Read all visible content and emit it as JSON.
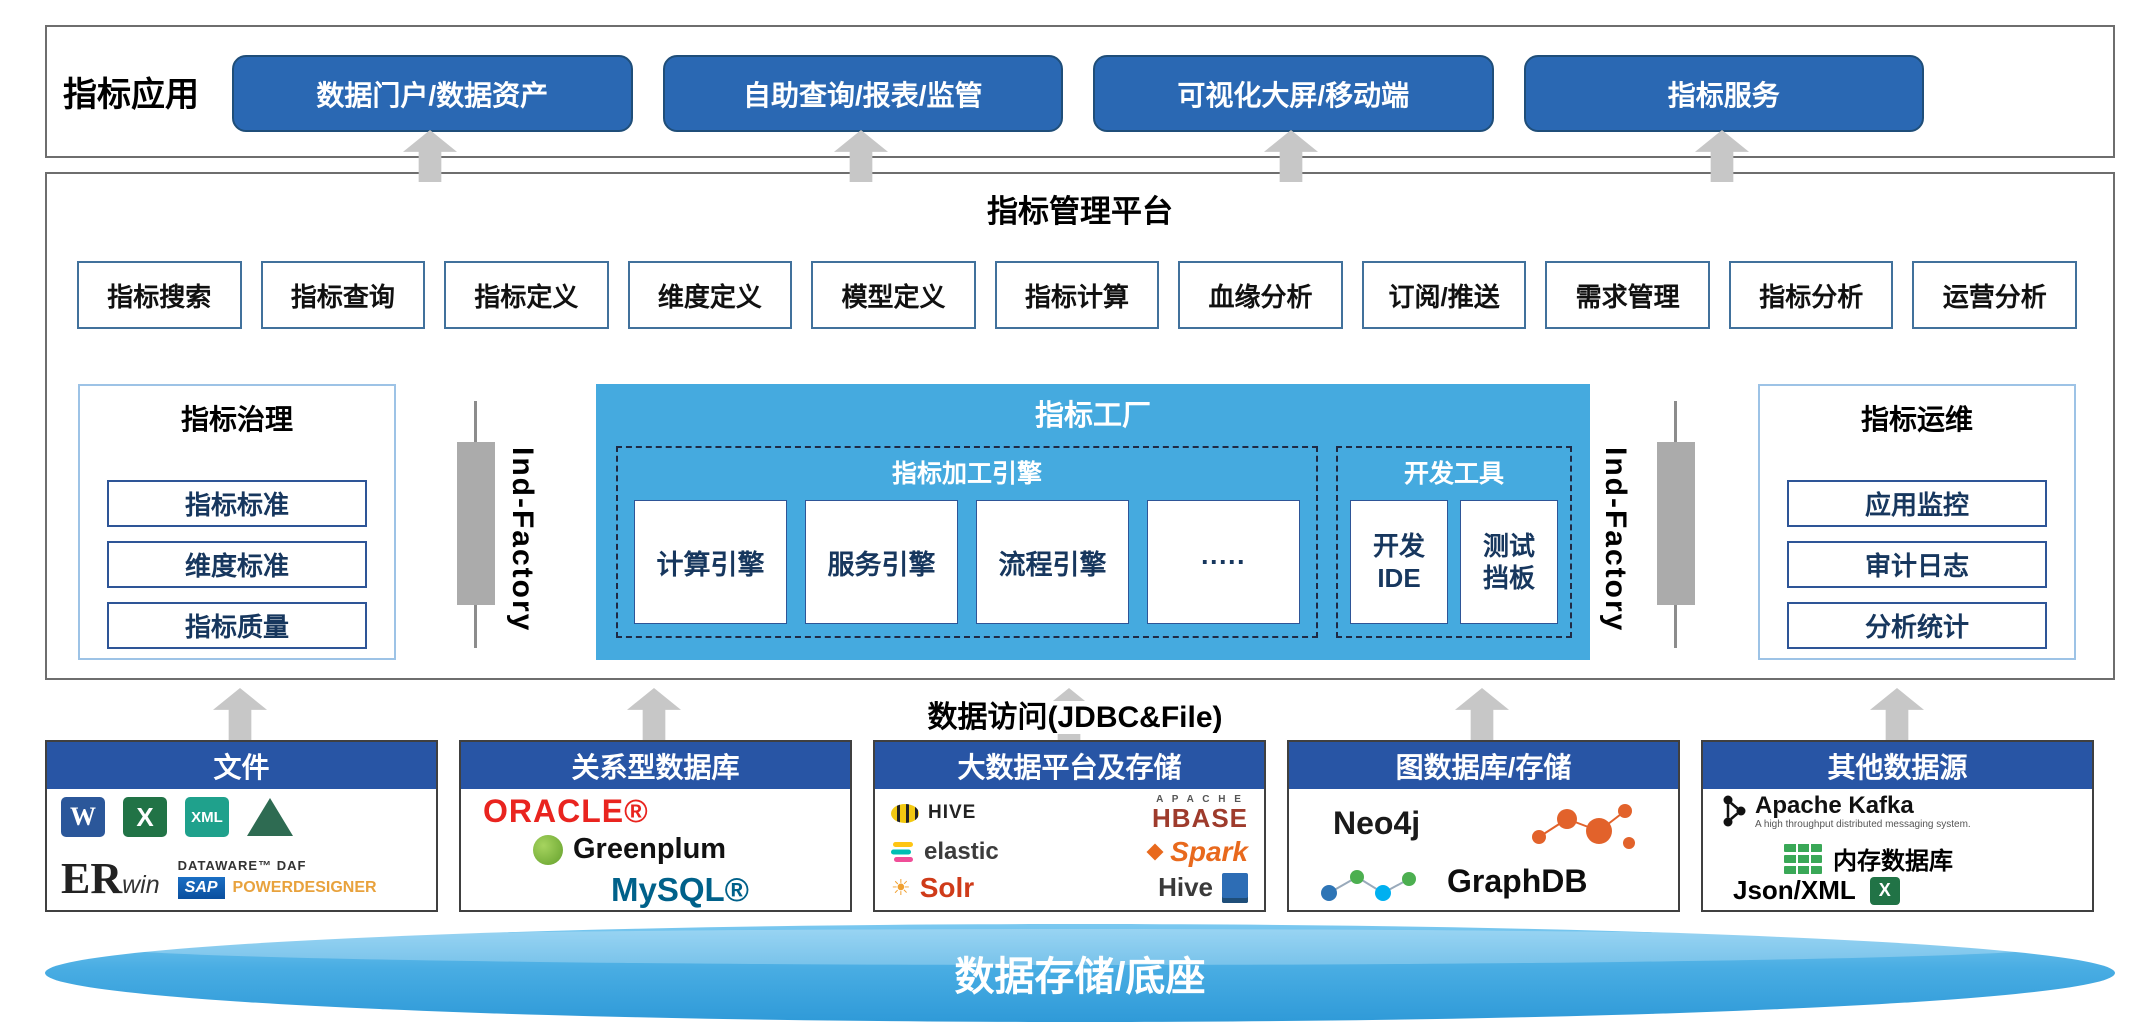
{
  "app": {
    "label": "指标应用",
    "buttons": [
      "数据门户/数据资产",
      "自助查询/报表/监管",
      "可视化大屏/移动端",
      "指标服务"
    ]
  },
  "platform": {
    "title": "指标管理平台",
    "modules": [
      "指标搜索",
      "指标查询",
      "指标定义",
      "维度定义",
      "模型定义",
      "指标计算",
      "血缘分析",
      "订阅/推送",
      "需求管理",
      "指标分析",
      "运营分析"
    ],
    "governance": {
      "title": "指标治理",
      "items": [
        "指标标准",
        "维度标准",
        "指标质量"
      ]
    },
    "ind_factory_left": "Ind-Factory",
    "ind_factory_right": "Ind-Factory",
    "factory": {
      "title": "指标工厂",
      "engines": {
        "title": "指标加工引擎",
        "items": [
          "计算引擎",
          "服务引擎",
          "流程引擎",
          "·····"
        ]
      },
      "devtools": {
        "title": "开发工具",
        "items": [
          {
            "line1": "开发",
            "line2": "IDE"
          },
          {
            "line1": "测试",
            "line2": "挡板"
          }
        ]
      }
    },
    "ops": {
      "title": "指标运维",
      "items": [
        "应用监控",
        "审计日志",
        "分析统计"
      ]
    }
  },
  "access": {
    "label": "数据访问(JDBC&File)"
  },
  "sources": {
    "files": {
      "title": "文件",
      "word_letter": "W",
      "excel_letter": "X",
      "xml_label": "XML",
      "erwin_big": "ER",
      "erwin_small": "win",
      "dataware": "DATAWARE™ DAF",
      "sap": "SAP",
      "powerdesigner": "POWERDESIGNER"
    },
    "rdbms": {
      "title": "关系型数据库",
      "oracle": "ORACLE®",
      "greenplum": "Greenplum",
      "mysql": "MySQL®"
    },
    "bigdata": {
      "title": "大数据平台及存储",
      "hive_caps": "HIVE",
      "apache": "A P A C H E",
      "hbase": "HBASE",
      "elastic": "elastic",
      "spark": "Spark",
      "solr": "Solr",
      "hive": "Hive"
    },
    "graph": {
      "title": "图数据库/存储",
      "neo4j": "Neo4j",
      "graphdb": "GraphDB"
    },
    "other": {
      "title": "其他数据源",
      "kafka": "Apache Kafka",
      "kafka_tagline": "A high throughput distributed messaging system.",
      "memdb": "内存数据库",
      "jsonxml": "Json/XML",
      "excel_letter": "X"
    }
  },
  "storage": {
    "label": "数据存储/底座"
  },
  "colors": {
    "button_blue": "#2A68B3",
    "card_header_blue": "#2855A5",
    "factory_blue": "#45AADF",
    "arrow_gray": "#C7C7C7",
    "base_blue": "#3FA3DC"
  }
}
